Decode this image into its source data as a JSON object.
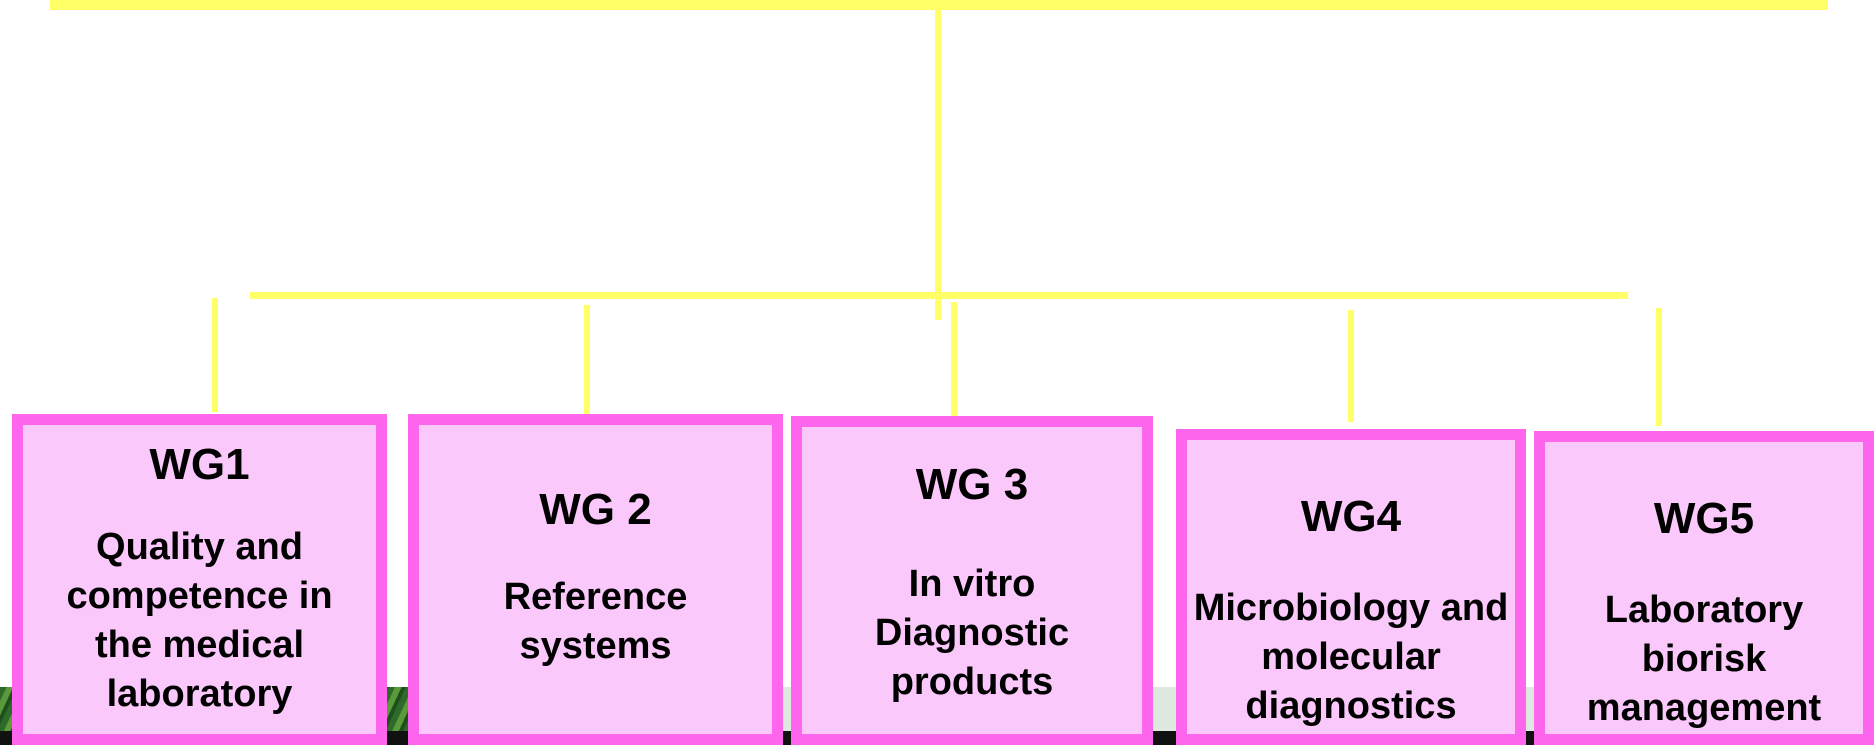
{
  "colors": {
    "connector": "#ffff66",
    "box_fill": "#fac8fa",
    "box_border": "#ff66ee",
    "text": "#000000"
  },
  "working_groups": [
    {
      "title": "WG1",
      "description": "Quality and competence in the medical laboratory"
    },
    {
      "title": "WG 2",
      "description": "Reference systems"
    },
    {
      "title": "WG 3",
      "description": "In vitro Diagnostic products"
    },
    {
      "title": "WG4",
      "description": "Microbiology and molecular diagnostics"
    },
    {
      "title": "WG5",
      "description": "Laboratory biorisk management"
    }
  ]
}
